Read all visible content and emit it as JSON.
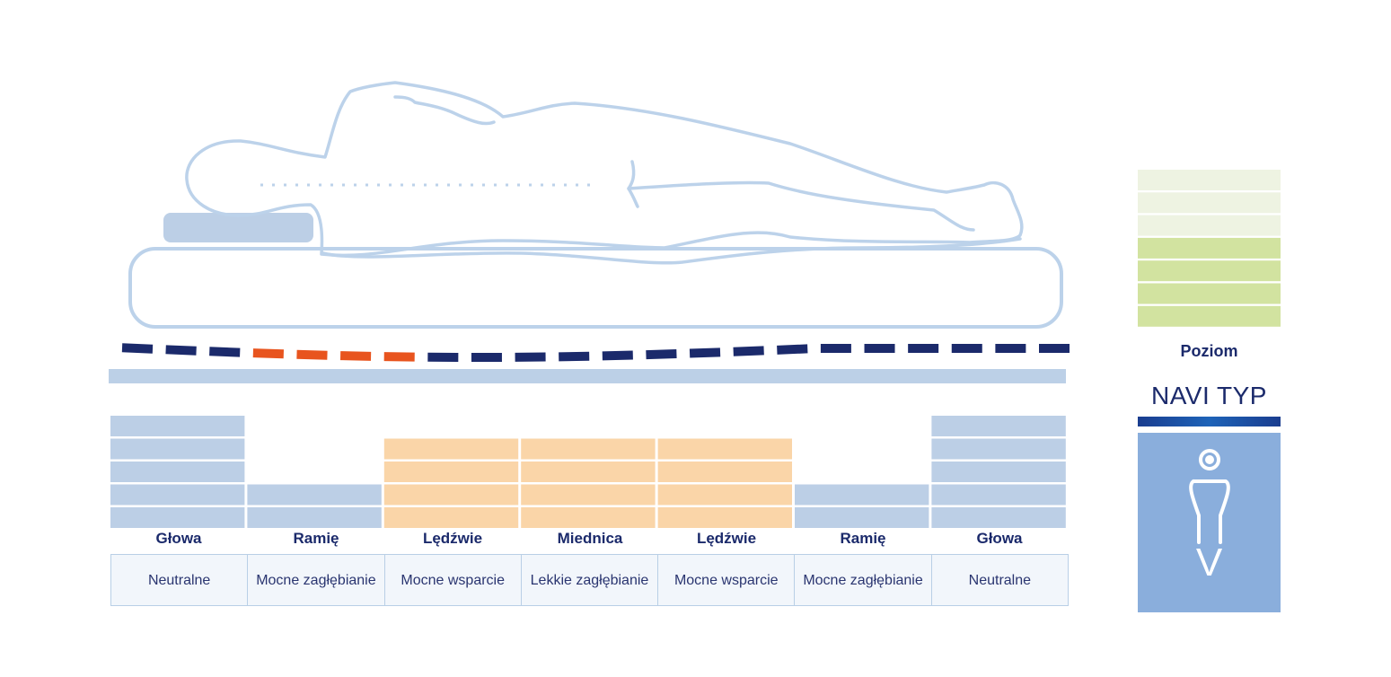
{
  "colors": {
    "outline": "#bcd2ea",
    "pillow": "#bccfe6",
    "base_bar": "#bcd0e7",
    "zone_blue": "#bccfe6",
    "zone_orange": "#fad5a8",
    "spine_dark": "#1b2a6b",
    "spine_orange": "#e8541e",
    "level_light": "#eef3e2",
    "level_green": "#d2e3a0",
    "navi_panel": "#8aaedc"
  },
  "zones": [
    {
      "name": "Głowa",
      "description": "Neutralne",
      "levels": 5,
      "color": "blue"
    },
    {
      "name": "Ramię",
      "description": "Mocne zagłębianie",
      "levels": 2,
      "color": "blue"
    },
    {
      "name": "Lędźwie",
      "description": "Mocne wsparcie",
      "levels": 4,
      "color": "orange"
    },
    {
      "name": "Miednica",
      "description": "Lekkie zagłębianie",
      "levels": 4,
      "color": "orange"
    },
    {
      "name": "Lędźwie",
      "description": "Mocne wsparcie",
      "levels": 4,
      "color": "orange"
    },
    {
      "name": "Ramię",
      "description": "Mocne zagłębianie",
      "levels": 2,
      "color": "blue"
    },
    {
      "name": "Głowa",
      "description": "Neutralne",
      "levels": 5,
      "color": "blue"
    }
  ],
  "spine_segments": [
    "dark",
    "dark",
    "dark",
    "orange",
    "orange",
    "orange",
    "orange",
    "dark",
    "dark",
    "dark",
    "dark",
    "dark",
    "dark",
    "dark",
    "dark",
    "dark",
    "dark",
    "dark",
    "dark",
    "dark",
    "dark",
    "dark"
  ],
  "level_scale": {
    "total": 7,
    "filled": 4
  },
  "legend": {
    "level_label": "Poziom",
    "type_title": "NAVI TYP",
    "type_letter": "V",
    "figure_icon": "person-v-icon"
  }
}
